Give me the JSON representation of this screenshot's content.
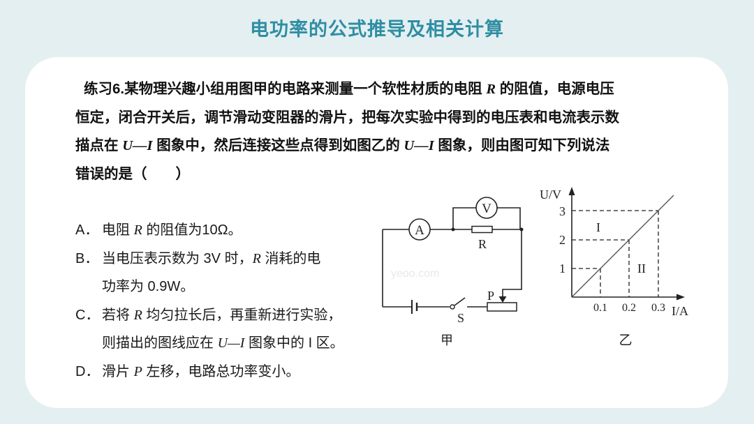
{
  "page": {
    "title": "电功率的公式推导及相关计算",
    "colors": {
      "background": "#e4eff1",
      "title": "#2f8ea3",
      "card": "#ffffff"
    }
  },
  "question": {
    "label": "练习6.",
    "line1_a": "某物理兴趣小组用图甲的电路来测量一个软性材质的电阻",
    "line1_var": "R",
    "line1_b": "的阻值，电源电压",
    "line2": "恒定，闭合开关后，调节滑动变阻器的滑片，把每次实验中得到的电压表和电流表示数",
    "line3_a": "描点在",
    "line3_var1": "U—I",
    "line3_b": "图象中，然后连接这些点得到如图乙的",
    "line3_var2": "U—I",
    "line3_c": "图象，则由图可知下列说法",
    "line4": "错误的是（　　）"
  },
  "options": [
    {
      "letter": "A．",
      "parts": [
        "电阻 ",
        "R",
        " 的阻值为10Ω。"
      ]
    },
    {
      "letter": "B．",
      "parts": [
        "当电压表示数为 3V 时，",
        "R",
        " 消耗的电"
      ],
      "cont": "功率为 0.9W。"
    },
    {
      "letter": "C．",
      "parts": [
        "若将 ",
        "R",
        " 均匀拉长后，再重新进行实验，"
      ],
      "cont_parts": [
        "则描出的图线应在 ",
        "U—I",
        " 图象中的 I 区。"
      ]
    },
    {
      "letter": "D．",
      "parts": [
        "滑片 ",
        "P",
        " 左移，电路总功率变小。"
      ]
    }
  ],
  "circuit": {
    "caption": "甲",
    "ammeter": "A",
    "voltmeter": "V",
    "resistor": "R",
    "slider": "P",
    "switch": "S",
    "watermark": "yeoo.com"
  },
  "graph": {
    "caption": "乙",
    "ylabel": "U/V",
    "xlabel": "I/A",
    "yticks": [
      "1",
      "2",
      "3"
    ],
    "xticks": [
      "0.1",
      "0.2",
      "0.3"
    ],
    "region1": "I",
    "region2": "II"
  },
  "chart_data": {
    "type": "line",
    "title": "乙",
    "xlabel": "I/A",
    "ylabel": "U/V",
    "x": [
      0,
      0.1,
      0.2,
      0.3
    ],
    "series": [
      {
        "name": "R",
        "values": [
          0,
          1,
          2,
          3
        ]
      }
    ],
    "annotations": [
      {
        "text": "I",
        "region": "above line"
      },
      {
        "text": "II",
        "region": "below line"
      }
    ],
    "xlim": [
      0,
      0.35
    ],
    "ylim": [
      0,
      3.4
    ],
    "grid": false,
    "dashed_guides": [
      [
        0.1,
        1
      ],
      [
        0.2,
        2
      ],
      [
        0.3,
        3
      ]
    ]
  }
}
